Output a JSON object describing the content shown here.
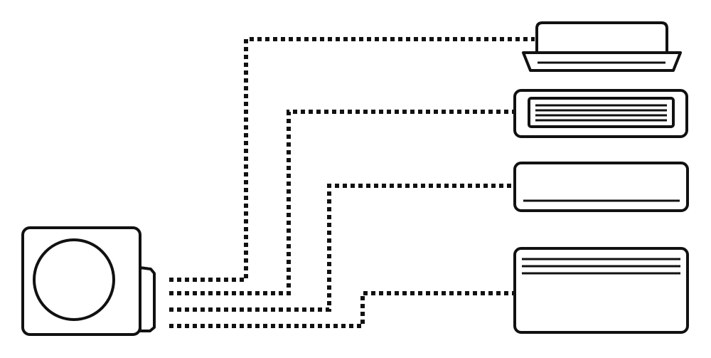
{
  "diagram": {
    "kind": "multi-split air conditioning system",
    "outdoor_unit": {
      "icon": "outdoor-condenser-unit-icon"
    },
    "indoor_units": [
      {
        "icon": "ceiling-cassette-unit-icon"
      },
      {
        "icon": "ducted-unit-icon"
      },
      {
        "icon": "wall-mounted-unit-icon"
      },
      {
        "icon": "floor-console-unit-icon"
      }
    ],
    "connections": [
      {
        "from": "outdoor-unit",
        "to": "ceiling-cassette-unit",
        "style": "dotted"
      },
      {
        "from": "outdoor-unit",
        "to": "ducted-unit",
        "style": "dotted"
      },
      {
        "from": "outdoor-unit",
        "to": "wall-mounted-unit",
        "style": "dotted"
      },
      {
        "from": "outdoor-unit",
        "to": "floor-console-unit",
        "style": "dotted"
      }
    ],
    "colors": {
      "line": "#111111",
      "background": "#ffffff"
    }
  }
}
